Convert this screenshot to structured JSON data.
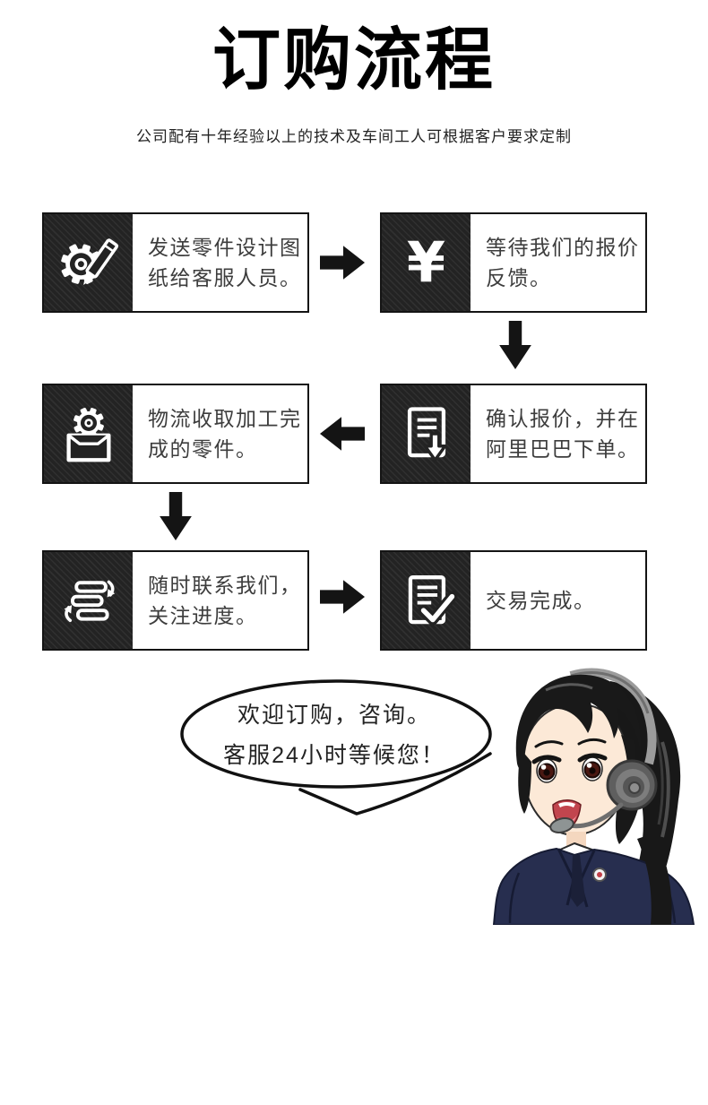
{
  "page": {
    "title": "订购流程",
    "subtitle": "公司配有十年经验以上的技术及车间工人可根据客户要求定制"
  },
  "steps": [
    {
      "step": 1,
      "icon": "gear-pencil-icon",
      "line1": "发送零件设计图",
      "line2": "纸给客服人员。"
    },
    {
      "step": 2,
      "icon": "yen-icon",
      "glyph": "¥",
      "line1": "等待我们的报价",
      "line2": "反馈。"
    },
    {
      "step": 3,
      "icon": "document-download-icon",
      "line1": "确认报价，并在",
      "line2": "阿里巴巴下单。"
    },
    {
      "step": 4,
      "icon": "package-gear-icon",
      "line1": "物流收取加工完",
      "line2": "成的零件。"
    },
    {
      "step": 5,
      "icon": "sync-list-icon",
      "line1": "随时联系我们，",
      "line2": "关注进度。"
    },
    {
      "step": 6,
      "icon": "document-check-icon",
      "line1": "交易完成。",
      "line2": ""
    }
  ],
  "flow": {
    "arrows": [
      "right",
      "down",
      "left",
      "down",
      "right"
    ]
  },
  "bubble": {
    "line1": "欢迎订购，咨询。",
    "line2": "客服24小时等候您！"
  },
  "colors": {
    "box_border": "#141414",
    "icon_square_bg": "#232323",
    "arrow": "#141414",
    "step_text": "#3d3d3d",
    "title_text": "#000000",
    "suit_navy": "#272e4f",
    "skin": "#fce9d7",
    "headset_gray": "#9c9c9c"
  }
}
